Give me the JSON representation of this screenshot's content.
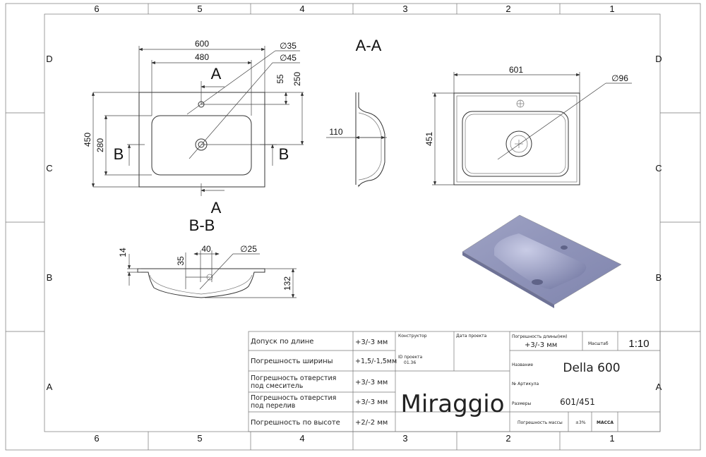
{
  "frame": {
    "columns": [
      "6",
      "5",
      "4",
      "3",
      "2",
      "1"
    ],
    "rows": [
      "D",
      "C",
      "B",
      "A"
    ]
  },
  "top_view": {
    "dims": {
      "width": "600",
      "bowl_width": "480",
      "depth": "450",
      "bowl_depth": "280",
      "tap_offset": "55",
      "drain_offset": "250",
      "tap_hole": "∅35",
      "drain_hole": "∅45"
    },
    "section_a": "A",
    "section_b": "B",
    "section_bb_title": "B-B"
  },
  "section_aa": {
    "title": "A-A",
    "dim_depth": "110"
  },
  "front_view": {
    "width": "601",
    "depth": "451",
    "drain": "∅96"
  },
  "section_bb": {
    "rim": "14",
    "overflow_h": "35",
    "overflow_w": "40",
    "overflow_d": "∅25",
    "height": "132"
  },
  "title_block": {
    "tolerances": [
      {
        "label": "Допуск по длине",
        "value": "+3/-3 мм"
      },
      {
        "label": "Погрешность ширины",
        "value": "+1,5/-1,5мм"
      },
      {
        "label": "Погрешность отверстия под смеситель",
        "value": "+3/-3 мм"
      },
      {
        "label": "Погрешность отверстия под перелив",
        "value": "+3/-3 мм"
      },
      {
        "label": "Погрешность по высоте",
        "value": "+2/-2 мм"
      }
    ],
    "designer_label": "Конструктор",
    "date_label": "Дата проекта",
    "project_id_label": "ID проекта",
    "project_id": "01.36",
    "brand": "Miraggio",
    "length_tol_label": "Погрешность длины(мм)",
    "length_tol": "+3/-3 мм",
    "scale_label": "Масштаб",
    "scale": "1:10",
    "name_label": "Название",
    "name": "Della 600",
    "article_label": "№ Артикула",
    "size_label": "Размеры",
    "size": "601/451",
    "mass_tol_label": "Погрешность массы",
    "mass_tol": "±3%",
    "mass_label": "МАССА"
  }
}
